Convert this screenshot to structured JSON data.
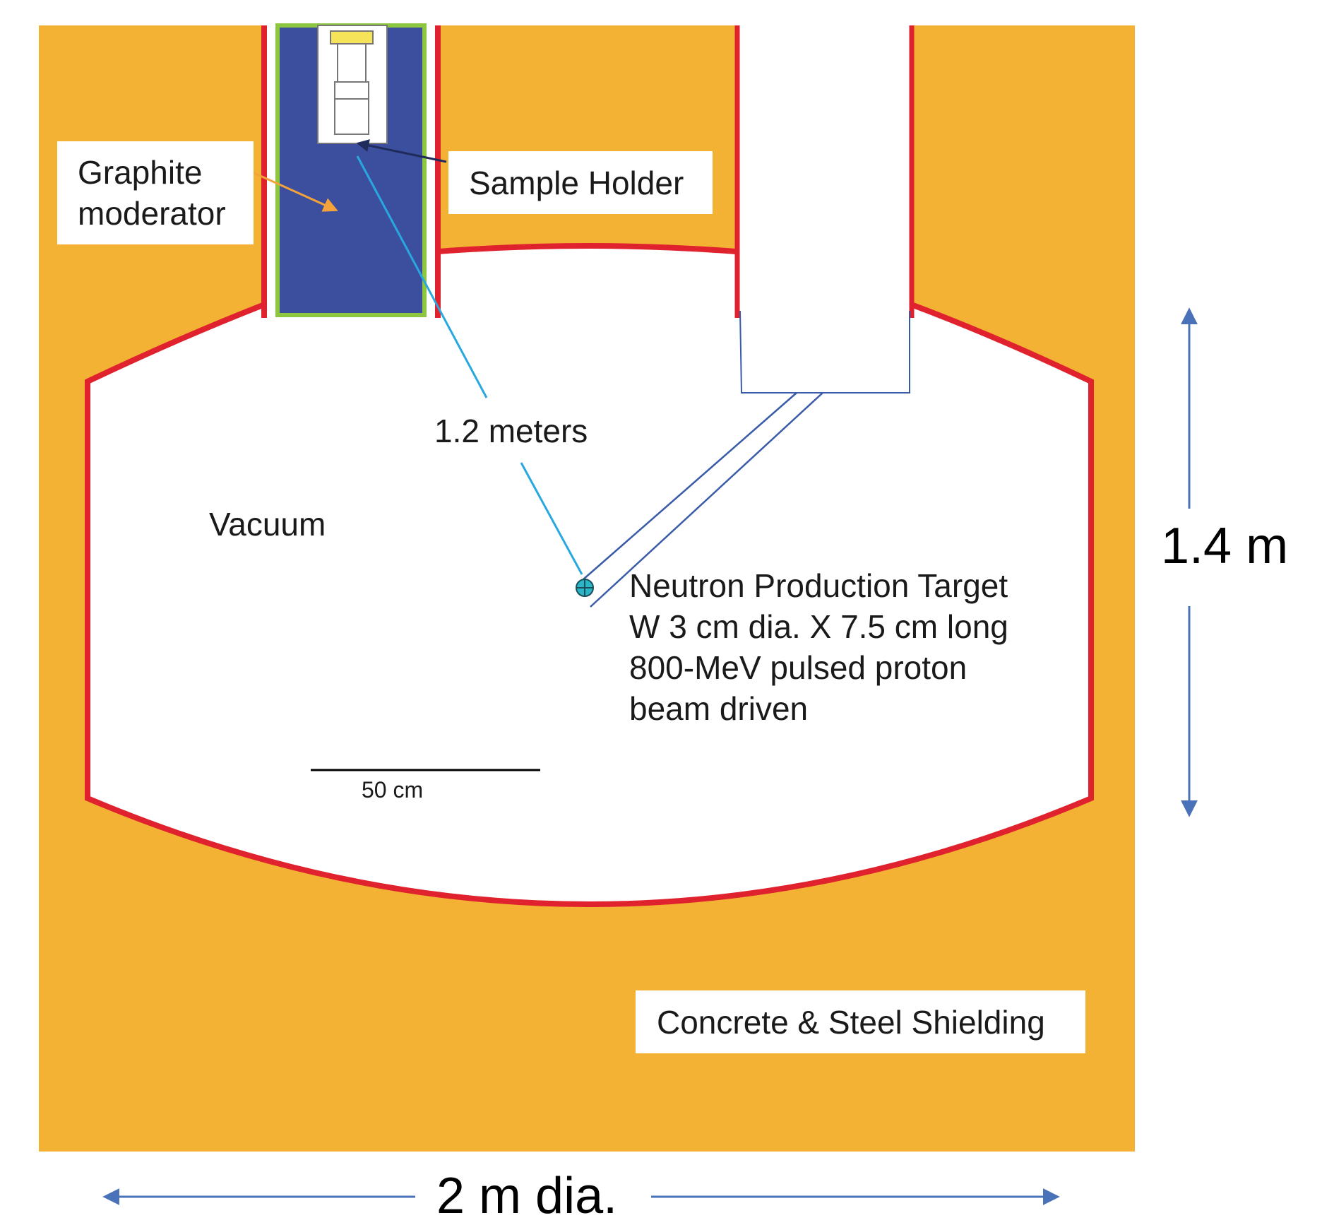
{
  "labels": {
    "graphite_line1": "Graphite",
    "graphite_line2": "moderator",
    "sample_holder": "Sample Holder",
    "distance": "1.2 meters",
    "vacuum": "Vacuum",
    "target_line1": "Neutron Production Target",
    "target_line2": "W 3 cm dia. X 7.5 cm long",
    "target_line3": "800-MeV pulsed proton",
    "target_line4": "beam driven",
    "scale_bar": "50 cm",
    "shielding": "Concrete & Steel Shielding",
    "height_dim": "1.4 m",
    "width_dim": "2 m dia."
  },
  "colors": {
    "shielding": "#F4B234",
    "vessel_wall": "#E0222E",
    "moderator": "#3B4F9E",
    "moderator_edge": "#8DC63F",
    "leader_line": "#29A8E0",
    "dimension_arrow": "#4A72B8",
    "beam_pipe": "#3A5BA8",
    "target": "#2BB5C8"
  }
}
